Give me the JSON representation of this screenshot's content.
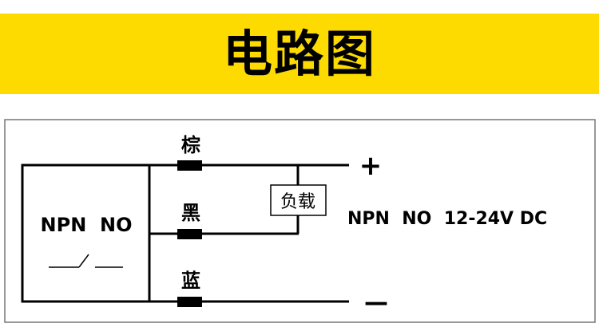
{
  "header": {
    "title": "电路图"
  },
  "diagram": {
    "sensor_label": "NPN  NO",
    "wires": [
      {
        "label": "棕"
      },
      {
        "label": "黑"
      },
      {
        "label": "蓝"
      }
    ],
    "load_label": "负载",
    "plus_label": "+",
    "minus_label": "—",
    "spec_label": "NPN  NO  12-24V DC"
  },
  "colors": {
    "banner": "#FDDB00",
    "line": "#000000",
    "frame": "#666666"
  }
}
